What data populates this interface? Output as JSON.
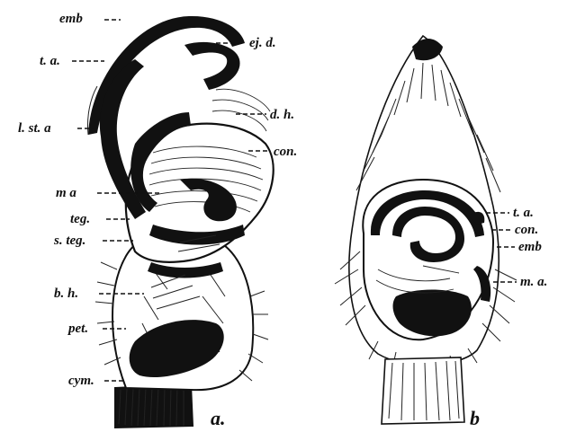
{
  "figure": {
    "panel_a": {
      "tag": "a.",
      "labels": {
        "emb": "emb",
        "ej_d": "ej. d.",
        "t_a": "t. a.",
        "l_st_a": "l. st. a",
        "d_h": "d. h.",
        "con": "con.",
        "m_a": "m a",
        "teg": "teg.",
        "s_teg": "s. teg.",
        "b_h": "b. h.",
        "pet": "pet.",
        "cym": "cym."
      }
    },
    "panel_b": {
      "tag": "b",
      "labels": {
        "t_a": "t. a.",
        "con": "con.",
        "emb": "emb",
        "m_a": "m. a."
      }
    }
  }
}
